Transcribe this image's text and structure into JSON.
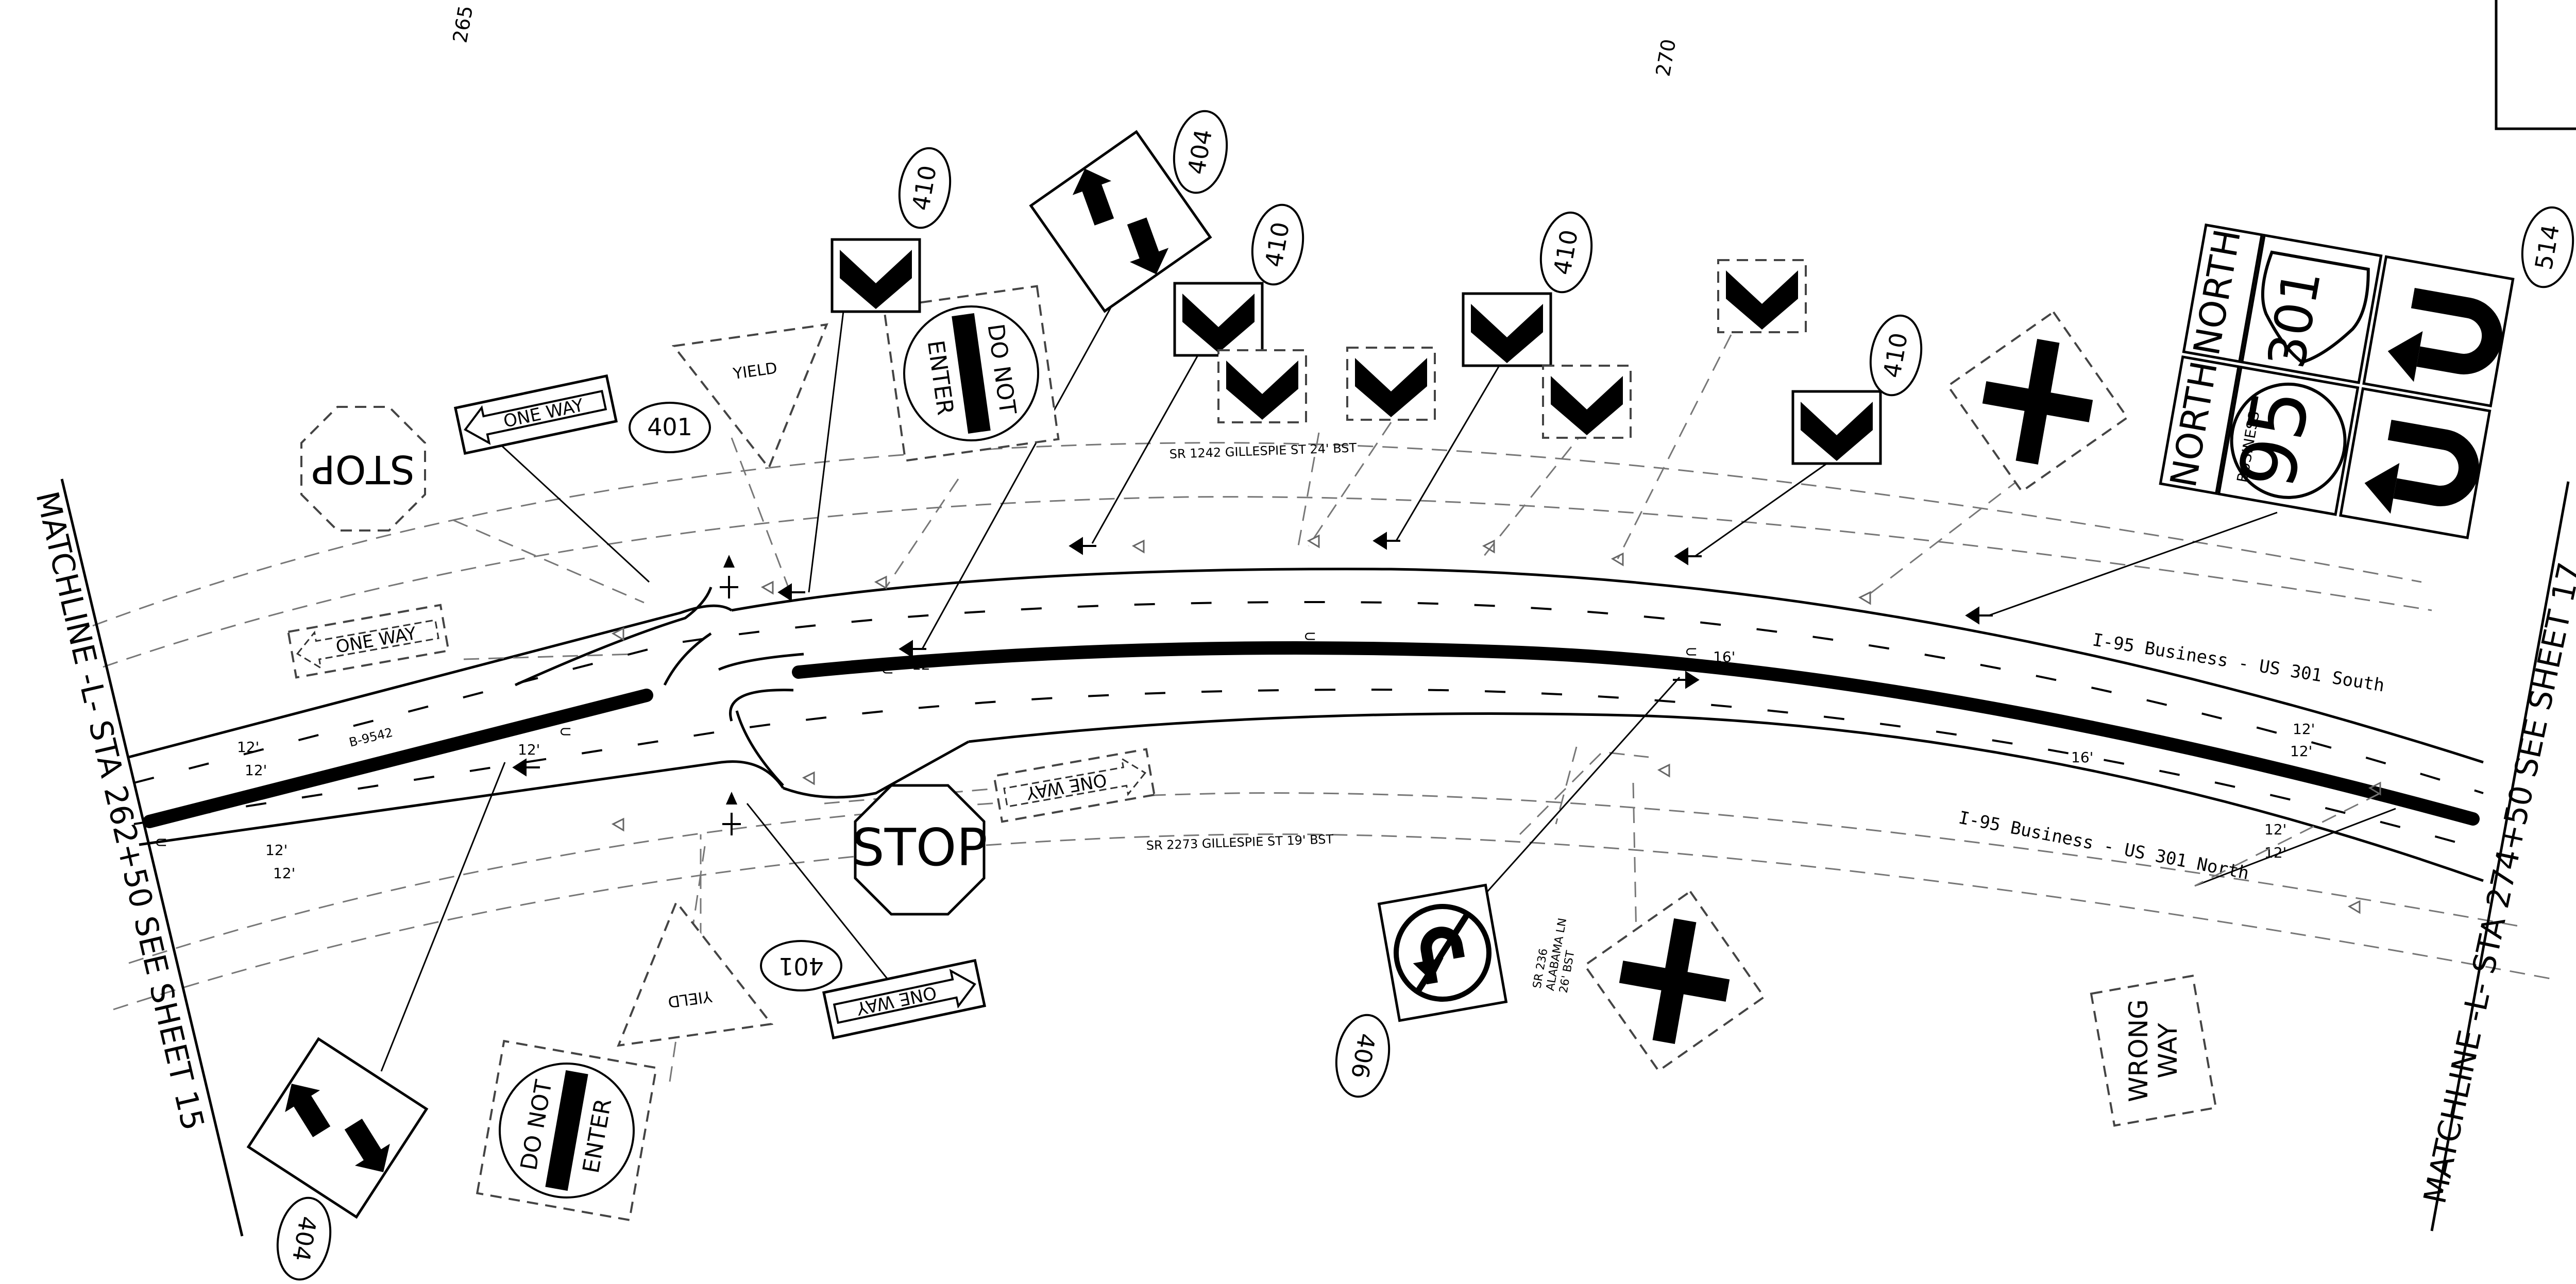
{
  "stations": {
    "left_tick": "265",
    "right_tick": "270"
  },
  "matchlines": {
    "left": "MATCHLINE -L- STA 262+50 SEE SHEET 15",
    "right": "MATCHLINE -L- STA 274+50 SEE SHEET 17"
  },
  "roads": {
    "south_label": "I-95 Business - US 301 South",
    "north_label": "I-95 Business - US 301 North",
    "gillespie_24": "SR 1242 GILLESPIE ST  24' BST",
    "gillespie_19": "SR 2273 GILLESPIE ST  19' BST",
    "alabama_1": "SR 236",
    "alabama_2": "ALABAMA LN",
    "alabama_3": "26' BST",
    "project_no": "B-9542"
  },
  "widths": {
    "w12": "12'",
    "w16": "16'"
  },
  "sign_codes": {
    "c401": "401",
    "c404": "404",
    "c406": "406",
    "c410": "410",
    "c514": "514"
  },
  "sign_text": {
    "stop": "STOP",
    "yield": "YIELD",
    "one_way": "ONE WAY",
    "do_not": "DO NOT",
    "enter": "ENTER",
    "wrong": "WRONG",
    "way": "WAY",
    "north": "NORTH",
    "business": "BUSINESS",
    "route_301": "301",
    "route_95": "95"
  }
}
